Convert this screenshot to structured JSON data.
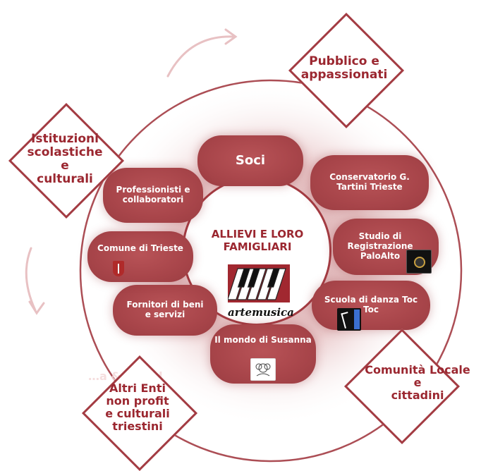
{
  "center": {
    "title": "ALLIEVI E LORO FAMIGLIARI",
    "logo_text": "artemusica"
  },
  "nodes": {
    "soci": "Soci",
    "conservatorio": "Conservatorio G. Tartini Trieste",
    "studio": "Studio di Registrazione PaloAlto",
    "scuola_danza": "Scuola di danza Toc Toc",
    "mondo_susanna": "Il mondo di Susanna",
    "fornitori": "Fornitori di beni e servizi",
    "comune": "Comune di Trieste",
    "professionisti": "Professionisti e collaboratori"
  },
  "outer": {
    "pubblico": "Pubblico e\nappassionati",
    "istituzioni": "Istituzioni\nscolastiche\ne\nculturali",
    "comunita": "Comunità Locale\ne\ncittadini",
    "altri_enti": "Altri Enti\nnon profit\ne culturali\ntriestini"
  },
  "faded_text": "…a & Brand",
  "colors": {
    "accent": "#a33b42",
    "text": "#9b2730",
    "pill": "#a8454a"
  }
}
